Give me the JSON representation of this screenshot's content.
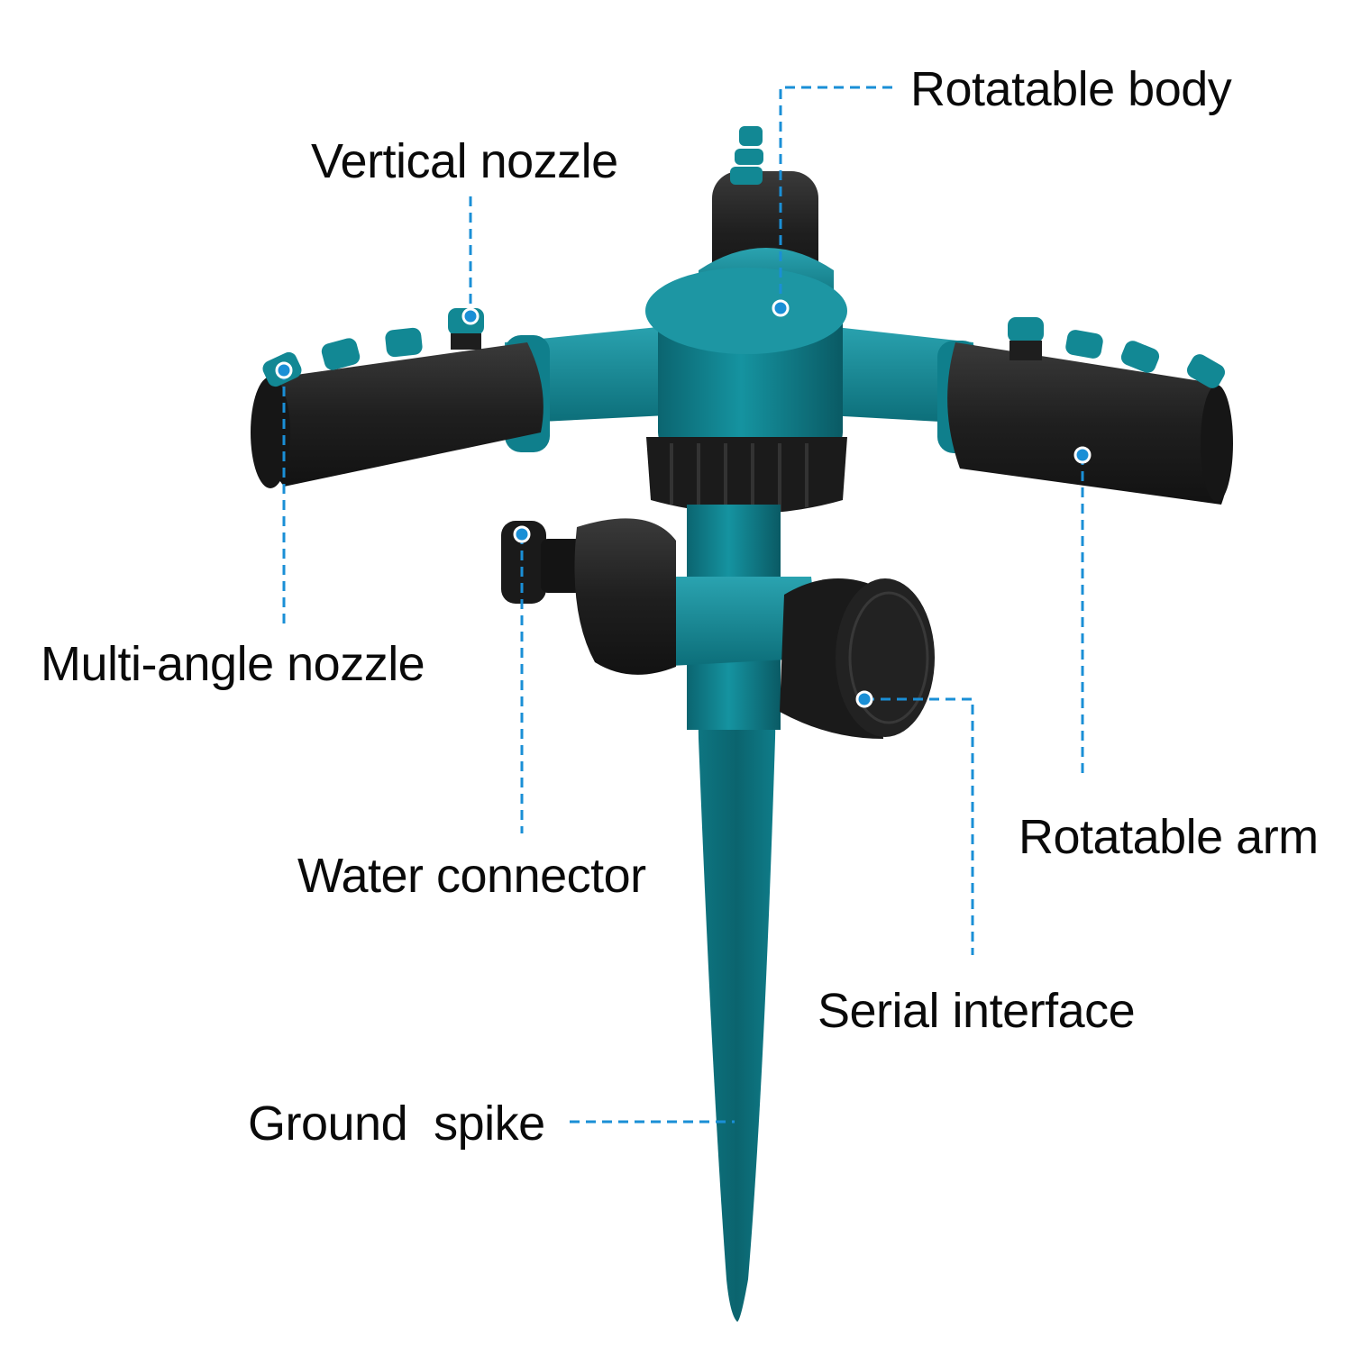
{
  "colors": {
    "background": "#ffffff",
    "product_teal": "#0f7f8c",
    "product_teal_light": "#2aa0ad",
    "product_teal_dark": "#0b5f69",
    "product_black": "#1e1e1e",
    "leader_line": "#1a8fd6",
    "marker_fill": "#1a8fd6",
    "marker_ring": "#ffffff",
    "label_text": "#0a0a0a"
  },
  "labels": {
    "rotatable_body": "Rotatable body",
    "vertical_nozzle": "Vertical nozzle",
    "multi_angle_nozzle": "Multi-angle nozzle",
    "water_connector": "Water connector",
    "rotatable_arm": "Rotatable arm",
    "serial_interface": "Serial interface",
    "ground_spike": "Ground  spike"
  },
  "callouts": [
    {
      "id": "rotatable_body",
      "marker": [
        866,
        342
      ]
    },
    {
      "id": "vertical_nozzle",
      "marker": [
        522,
        351
      ]
    },
    {
      "id": "multi_angle_nozzle",
      "marker": [
        315,
        411
      ]
    },
    {
      "id": "water_connector",
      "marker": [
        579,
        593
      ]
    },
    {
      "id": "rotatable_arm",
      "marker": [
        1201,
        505
      ]
    },
    {
      "id": "serial_interface",
      "marker": [
        959,
        776
      ]
    },
    {
      "id": "ground_spike",
      "marker": [
        815,
        1245
      ]
    }
  ]
}
